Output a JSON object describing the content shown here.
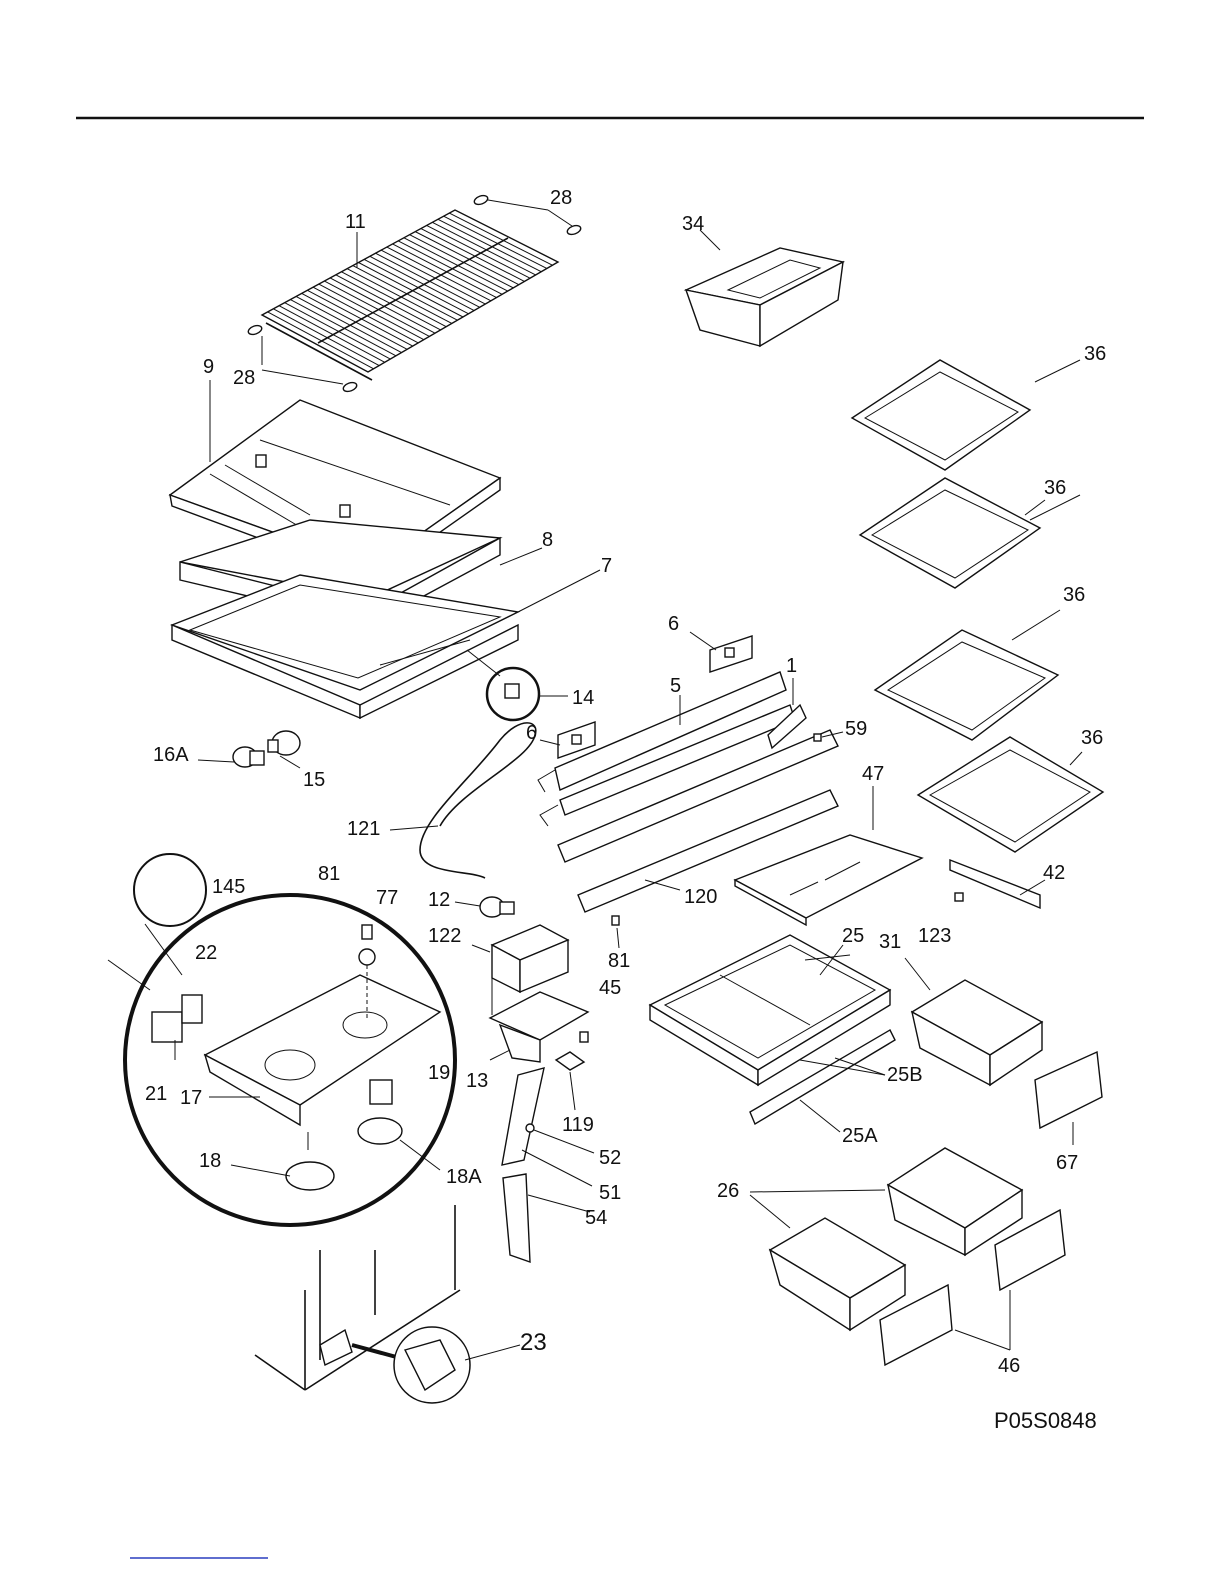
{
  "diagram": {
    "code": "P05S0848",
    "callouts": [
      {
        "id": "c28a",
        "label": "28"
      },
      {
        "id": "c11",
        "label": "11"
      },
      {
        "id": "c34",
        "label": "34"
      },
      {
        "id": "c28b",
        "label": "28"
      },
      {
        "id": "c9",
        "label": "9"
      },
      {
        "id": "c36a",
        "label": "36"
      },
      {
        "id": "c36b",
        "label": "36"
      },
      {
        "id": "c8",
        "label": "8"
      },
      {
        "id": "c7",
        "label": "7"
      },
      {
        "id": "c36c",
        "label": "36"
      },
      {
        "id": "c6a",
        "label": "6"
      },
      {
        "id": "c1",
        "label": "1"
      },
      {
        "id": "c5",
        "label": "5"
      },
      {
        "id": "c14",
        "label": "14"
      },
      {
        "id": "c6b",
        "label": "6"
      },
      {
        "id": "c59",
        "label": "59"
      },
      {
        "id": "c36d",
        "label": "36"
      },
      {
        "id": "c16A",
        "label": "16A"
      },
      {
        "id": "c47",
        "label": "47"
      },
      {
        "id": "c15",
        "label": "15"
      },
      {
        "id": "c121",
        "label": "121"
      },
      {
        "id": "c81a",
        "label": "81"
      },
      {
        "id": "c145",
        "label": "145"
      },
      {
        "id": "c77",
        "label": "77"
      },
      {
        "id": "c42",
        "label": "42"
      },
      {
        "id": "c12",
        "label": "12"
      },
      {
        "id": "c120",
        "label": "120"
      },
      {
        "id": "c122",
        "label": "122"
      },
      {
        "id": "c123",
        "label": "123"
      },
      {
        "id": "c25",
        "label": "25"
      },
      {
        "id": "c31",
        "label": "31"
      },
      {
        "id": "c22",
        "label": "22"
      },
      {
        "id": "c81b",
        "label": "81"
      },
      {
        "id": "c45",
        "label": "45"
      },
      {
        "id": "c19",
        "label": "19"
      },
      {
        "id": "c25B",
        "label": "25B"
      },
      {
        "id": "c21",
        "label": "21"
      },
      {
        "id": "c17",
        "label": "17"
      },
      {
        "id": "c13",
        "label": "13"
      },
      {
        "id": "c119",
        "label": "119"
      },
      {
        "id": "c25A",
        "label": "25A"
      },
      {
        "id": "c52",
        "label": "52"
      },
      {
        "id": "c67",
        "label": "67"
      },
      {
        "id": "c18",
        "label": "18"
      },
      {
        "id": "c18A",
        "label": "18A"
      },
      {
        "id": "c51",
        "label": "51"
      },
      {
        "id": "c26",
        "label": "26"
      },
      {
        "id": "c54",
        "label": "54"
      },
      {
        "id": "c23",
        "label": "23"
      },
      {
        "id": "c46",
        "label": "46"
      }
    ]
  }
}
